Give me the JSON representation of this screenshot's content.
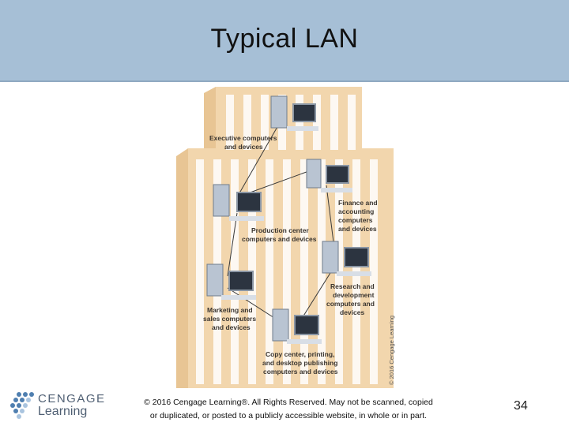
{
  "slide": {
    "title": "Typical LAN",
    "page_number": "34",
    "copyright_line1": "© 2016 Cengage Learning®. All Rights Reserved. May not be scanned, copied",
    "copyright_line2": "or duplicated, or posted to a publicly accessible website, in whole or in part."
  },
  "logo": {
    "brand": "CENGAGE",
    "sub": "Learning",
    "icon": "cengage-dots-logo"
  },
  "figure": {
    "credit": "© 2016 Cengage Learning",
    "labels": {
      "executive_1": "Executive computers",
      "executive_2": "and devices",
      "finance_1": "Finance and",
      "finance_2": "accounting",
      "finance_3": "computers",
      "finance_4": "and devices",
      "production_1": "Production center",
      "production_2": "computers and devices",
      "research_1": "Research and",
      "research_2": "development",
      "research_3": "computers and",
      "research_4": "devices",
      "marketing_1": "Marketing and",
      "marketing_2": "sales computers",
      "marketing_3": "and devices",
      "copy_1": "Copy center, printing,",
      "copy_2": "and desktop publishing",
      "copy_3": "computers and devices"
    },
    "colors": {
      "building": "#f2d6ad",
      "building_shade": "#e5bf8c",
      "window": "#ffffff",
      "computer": "#b9c4d2",
      "screen": "#2c3440"
    }
  }
}
